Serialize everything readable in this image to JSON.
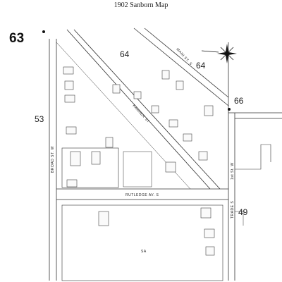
{
  "map": {
    "caption": "1902 Sanborn Map",
    "sheet_number": "63",
    "adjacent_sheets": {
      "top_center": "64",
      "top_right": "64",
      "right_upper": "66",
      "left": "53",
      "right_lower": "49"
    },
    "streets": {
      "rutledge": "RUTLEDGE AV. S",
      "broad": "BROAD ST. W",
      "trade": "TRADE S",
      "kanner": "KANNER ST",
      "main": "MAIN ST. S",
      "first": "1st St. W",
      "cross": "SA"
    },
    "compass": "north-arrow-icon"
  }
}
